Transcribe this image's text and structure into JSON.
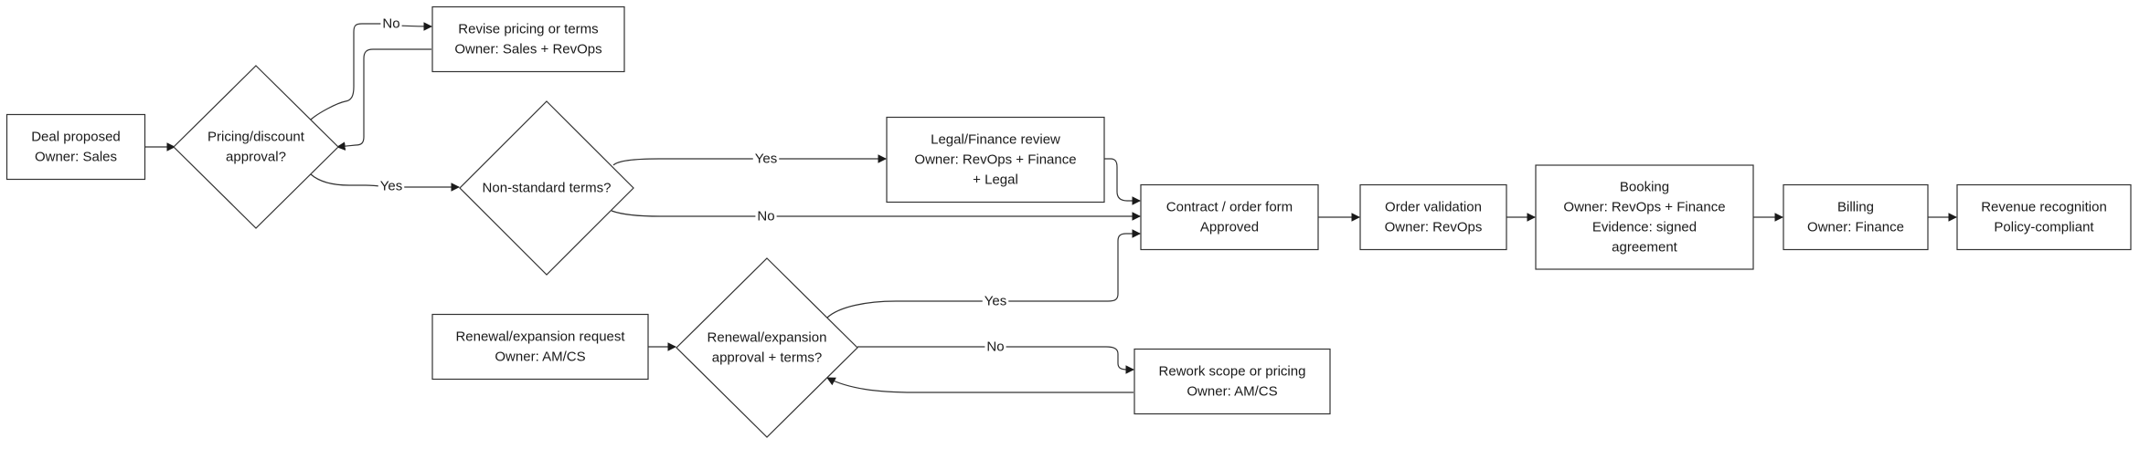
{
  "diagram": {
    "type": "flowchart",
    "nodes": {
      "deal": {
        "kind": "box",
        "lines": [
          "Deal proposed",
          "Owner: Sales"
        ]
      },
      "pricing": {
        "kind": "diamond",
        "lines": [
          "Pricing/discount",
          "approval?"
        ]
      },
      "revise": {
        "kind": "box",
        "lines": [
          "Revise pricing or terms",
          "Owner: Sales + RevOps"
        ]
      },
      "nonstd": {
        "kind": "diamond",
        "lines": [
          "Non-standard terms?"
        ]
      },
      "legal": {
        "kind": "box",
        "lines": [
          "Legal/Finance review",
          "Owner: RevOps + Finance",
          "+ Legal"
        ]
      },
      "contract": {
        "kind": "box",
        "lines": [
          "Contract / order form",
          "Approved"
        ]
      },
      "validation": {
        "kind": "box",
        "lines": [
          "Order validation",
          "Owner: RevOps"
        ]
      },
      "booking": {
        "kind": "box",
        "lines": [
          "Booking",
          "Owner: RevOps + Finance",
          "Evidence: signed",
          "agreement"
        ]
      },
      "billing": {
        "kind": "box",
        "lines": [
          "Billing",
          "Owner: Finance"
        ]
      },
      "revrec": {
        "kind": "box",
        "lines": [
          "Revenue recognition",
          "Policy-compliant"
        ]
      },
      "renewal": {
        "kind": "box",
        "lines": [
          "Renewal/expansion request",
          "Owner: AM/CS"
        ]
      },
      "renewalq": {
        "kind": "diamond",
        "lines": [
          "Renewal/expansion",
          "approval + terms?"
        ]
      },
      "rework": {
        "kind": "box",
        "lines": [
          "Rework scope or pricing",
          "Owner: AM/CS"
        ]
      }
    },
    "edges": [
      {
        "from": "deal",
        "to": "pricing",
        "label": ""
      },
      {
        "from": "pricing",
        "to": "revise",
        "label": "No"
      },
      {
        "from": "revise",
        "to": "pricing",
        "label": ""
      },
      {
        "from": "pricing",
        "to": "nonstd",
        "label": "Yes"
      },
      {
        "from": "nonstd",
        "to": "legal",
        "label": "Yes"
      },
      {
        "from": "nonstd",
        "to": "contract",
        "label": "No"
      },
      {
        "from": "legal",
        "to": "contract",
        "label": ""
      },
      {
        "from": "contract",
        "to": "validation",
        "label": ""
      },
      {
        "from": "validation",
        "to": "booking",
        "label": ""
      },
      {
        "from": "booking",
        "to": "billing",
        "label": ""
      },
      {
        "from": "billing",
        "to": "revrec",
        "label": ""
      },
      {
        "from": "renewal",
        "to": "renewalq",
        "label": ""
      },
      {
        "from": "renewalq",
        "to": "contract",
        "label": "Yes"
      },
      {
        "from": "renewalq",
        "to": "rework",
        "label": "No"
      },
      {
        "from": "rework",
        "to": "renewalq",
        "label": ""
      }
    ]
  }
}
